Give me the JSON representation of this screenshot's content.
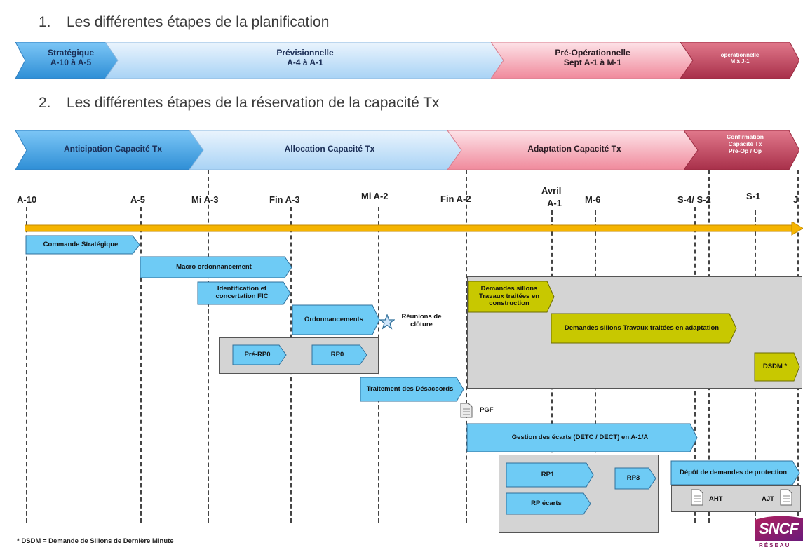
{
  "heading1": {
    "number": "1.",
    "text": "Les différentes étapes de la planification"
  },
  "heading2": {
    "number": "2.",
    "text": "Les différentes étapes de la réservation de la capacité Tx"
  },
  "planning_phases": [
    {
      "line1": "Stratégique",
      "line2": "A-10  à A-5",
      "color": "#3ea0e6"
    },
    {
      "line1": "Prévisionnelle",
      "line2": "A-4  à A-1",
      "color": "#cfe6fb"
    },
    {
      "line1": "Pré-Opérationnelle",
      "line2": "Sept A-1 à M-1",
      "color": "#f6c2cb"
    },
    {
      "line1": "opérationnelle",
      "line2": "M à J-1",
      "color": "#c0475e"
    }
  ],
  "reservation_phases": [
    {
      "line1": "Anticipation Capacité Tx",
      "color": "#3ea0e6"
    },
    {
      "line1": "Allocation Capacité Tx",
      "color": "#cfe6fb"
    },
    {
      "line1": "Adaptation Capacité Tx",
      "color": "#f6c2cb"
    },
    {
      "line1": "Confirmation",
      "line2": "Capacité  Tx",
      "line3": "Pré-Op  / Op",
      "color": "#c0475e"
    }
  ],
  "milestones": {
    "a10": "A-10",
    "a5": "A-5",
    "mia3": "Mi A-3",
    "fina3": "Fin A-3",
    "mia2": "Mi A-2",
    "fina2": "Fin A-2",
    "avril1": "Avril",
    "avril2": "A-1",
    "m6": "M-6",
    "s4s2": "S-4/ S-2",
    "s1": "S-1",
    "j": "J"
  },
  "tasks": {
    "commande": "Commande Stratégique",
    "macro": "Macro ordonnancement",
    "identif": "Identification et concertation FIC",
    "ordo": "Ordonnancements",
    "reunions": "Réunions de clôture",
    "prerp0": "Pré-RP0",
    "rp0": "RP0",
    "traitement": "Traitement des Désaccords",
    "pgf": "PGF",
    "demandes_constr": "Demandes sillons Travaux traitées en construction",
    "demandes_adapt": "Demandes sillons Travaux traitées en adaptation",
    "dsdm": "DSDM *",
    "gestion": "Gestion des écarts (DETC / DECT) en A-1/A",
    "rp1": "RP1",
    "rp3": "RP3",
    "rpecarts": "RP écarts",
    "depot": "Dépôt de demandes de protection",
    "aht": "AHT",
    "ajt": "AJT"
  },
  "colors": {
    "task_blue": "#6ecbf5",
    "task_olive": "#c8c800",
    "timeline": "#f5b400",
    "group_grey": "#d4d4d4"
  },
  "footnote": "* DSDM = Demande de Sillons de Dernière Minute",
  "logo": {
    "text": "SNCF",
    "subtext": "RÉSEAU"
  }
}
